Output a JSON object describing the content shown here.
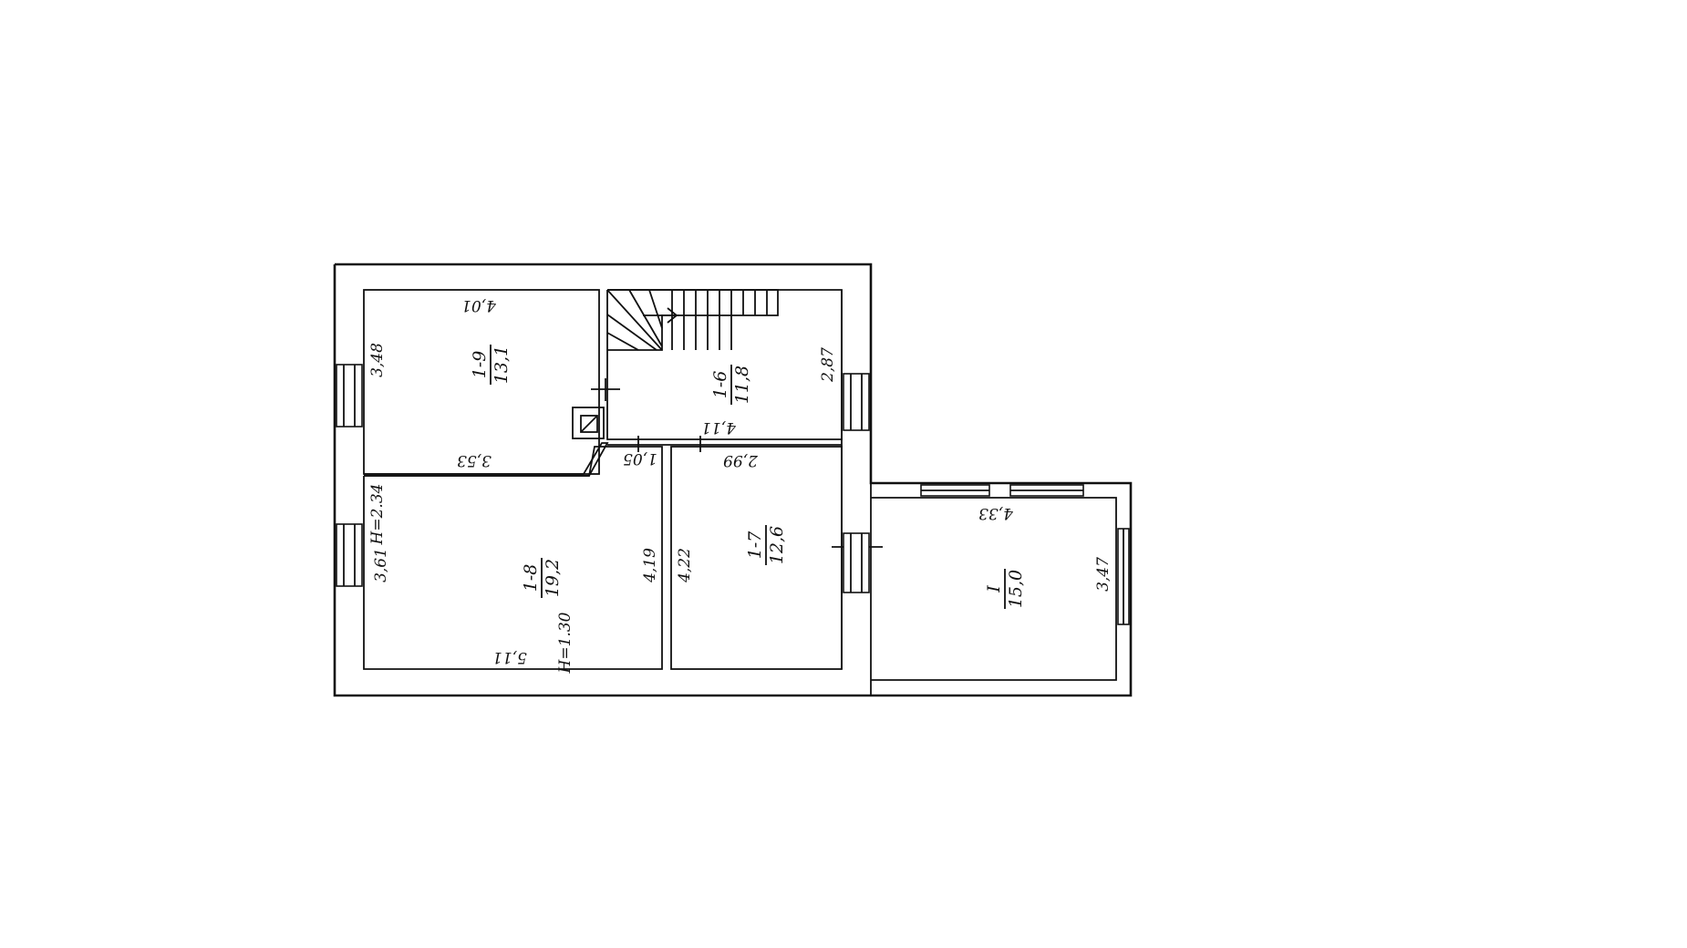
{
  "rooms": [
    {
      "number": "1-9",
      "area": "13,1"
    },
    {
      "number": "1-6",
      "area": "11,8"
    },
    {
      "number": "1-8",
      "area": "19,2"
    },
    {
      "number": "1-7",
      "area": "12,6"
    },
    {
      "number": "I",
      "area": "15,0"
    }
  ],
  "dimensions": {
    "room9_width": "4,01",
    "room9_height": "3,48",
    "room9_bottom": "3,53",
    "room6_height": "2,87",
    "room6_bottom": "4,11",
    "room8_left": "3,61",
    "room8_right": "4,19",
    "room8_bottom": "5,11",
    "corridor": "1,05",
    "room7_top": "2,99",
    "room7_left": "4,22",
    "room1_top": "4,33",
    "room1_right": "3,47"
  },
  "heights": {
    "h1": "H=2.34",
    "h2": "H=1.30"
  }
}
